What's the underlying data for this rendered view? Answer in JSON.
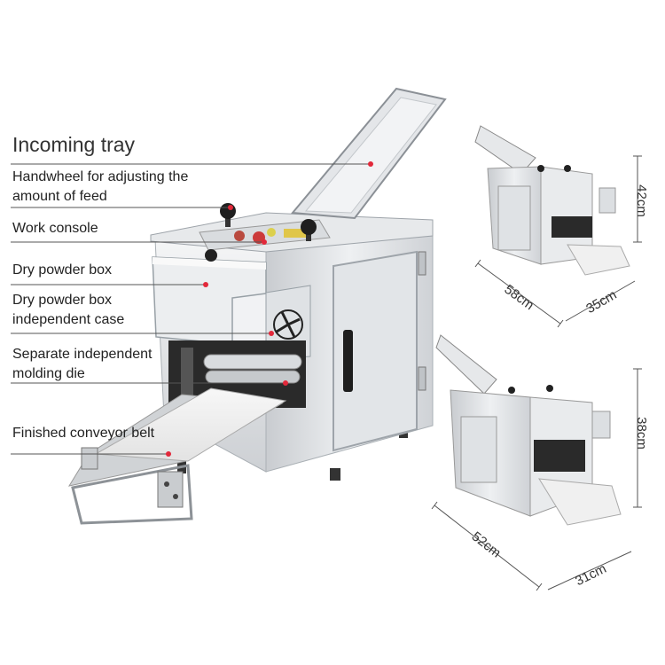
{
  "labels": {
    "incoming_tray": "Incoming tray",
    "handwheel_line1": "Handwheel for adjusting the",
    "handwheel_line2": "amount of feed",
    "work_console": "Work console",
    "dry_powder_box": "Dry powder box",
    "independent_case_line1": "Dry powder box",
    "independent_case_line2": "independent case",
    "molding_die_line1": "Separate independent",
    "molding_die_line2": "molding die",
    "conveyor_belt": "Finished conveyor belt"
  },
  "dimensions": {
    "large": {
      "height": "42cm",
      "length": "58cm",
      "width": "35cm"
    },
    "small": {
      "height": "38cm",
      "length": "52cm",
      "width": "31cm"
    }
  },
  "colors": {
    "pointer_dot": "#e2283a",
    "leader_line": "#555555",
    "steel": "#e6e8ea",
    "dark": "#2a2a2a"
  }
}
